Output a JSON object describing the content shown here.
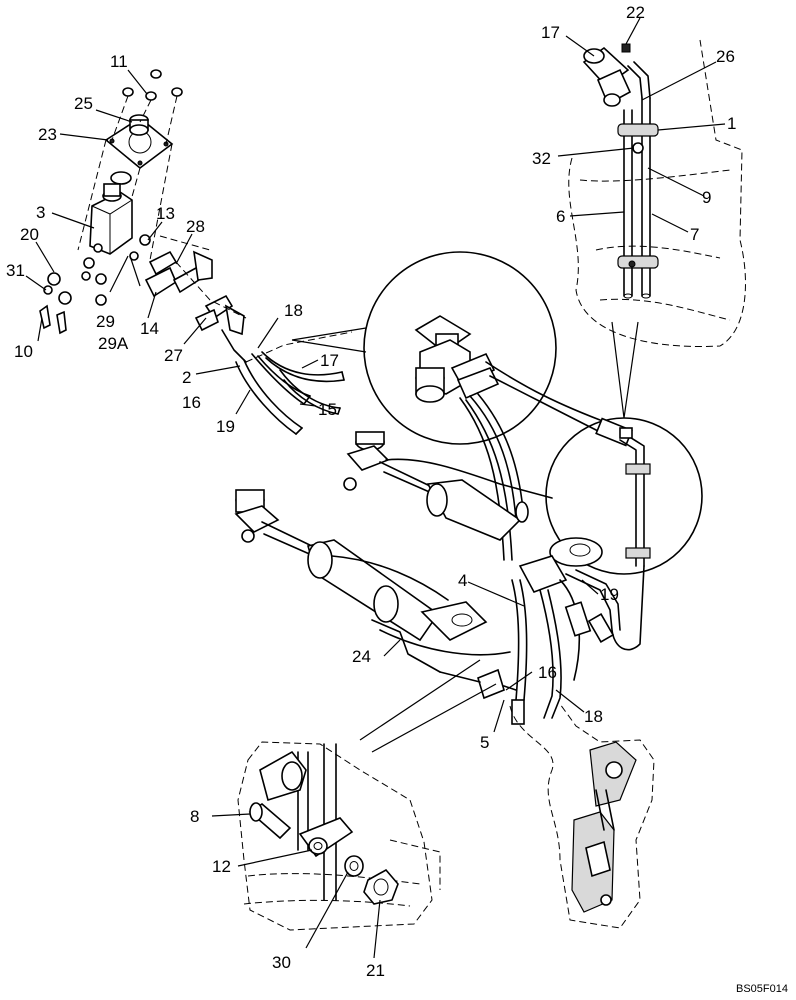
{
  "figure_code": "BS05F014",
  "callouts": {
    "c1": "1",
    "c2": "2",
    "c3": "3",
    "c4": "4",
    "c5": "5",
    "c6": "6",
    "c7": "7",
    "c8": "8",
    "c9": "9",
    "c10": "10",
    "c11": "11",
    "c12": "12",
    "c13": "13",
    "c14": "14",
    "c15": "15",
    "c16a": "16",
    "c16b": "16",
    "c17a": "17",
    "c17b": "17",
    "c18a": "18",
    "c18b": "18",
    "c19a": "19",
    "c19b": "19",
    "c20": "20",
    "c21": "21",
    "c22": "22",
    "c23": "23",
    "c24": "24",
    "c25": "25",
    "c26": "26",
    "c27": "27",
    "c28": "28",
    "c29": "29",
    "c29a": "29A",
    "c30": "30",
    "c31": "31",
    "c32": "32"
  }
}
